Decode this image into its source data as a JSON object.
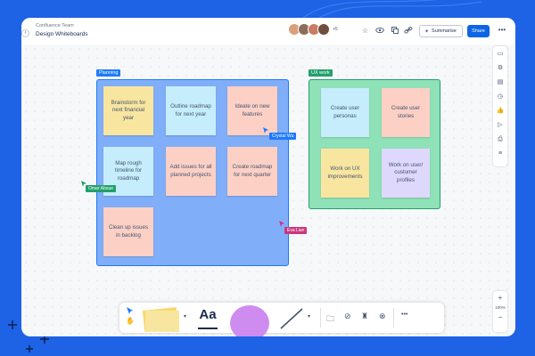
{
  "header": {
    "space_name": "Confluence Team",
    "page_title": "Design Whiteboards",
    "avatar_overflow": "+5",
    "summarise_label": "Summarise",
    "share_label": "Share"
  },
  "sections": {
    "planning": {
      "label": "Planning",
      "color": "#1d7afc",
      "fill": "#80aef9"
    },
    "ux": {
      "label": "UX work",
      "color": "#22a06b",
      "fill": "#8fe1b8"
    }
  },
  "planning_notes": [
    "Brainstorm for next financial year",
    "Outline roadmap for next year",
    "Ideate on new features",
    "Map rough timeline for roadmap",
    "Add issues for all planned projects",
    "Create roadmap for next quarter",
    "Clean up issues in backlog"
  ],
  "ux_notes": [
    "Create user personas",
    "Create user stories",
    "Work on UX improvements",
    "Work on user/ customer profiles"
  ],
  "cursors": {
    "crystal": {
      "name": "Crystal Wu",
      "color": "#1d7afc"
    },
    "omar": {
      "name": "Omar Aboue",
      "color": "#22a06b"
    },
    "eva": {
      "name": "Eva Lian",
      "color": "#c9377f"
    }
  },
  "zoom": {
    "level": "100%"
  },
  "icons": [
    "star-icon",
    "eye-icon",
    "copy-icon",
    "link-icon",
    "sparkle-icon",
    "more-icon",
    "comment-icon",
    "settings-icon",
    "template-icon",
    "timer-icon",
    "vote-icon",
    "present-icon",
    "print-icon",
    "filter-icon",
    "pointer-icon",
    "hand-icon",
    "sticky-note-icon",
    "text-icon",
    "shape-icon",
    "line-icon",
    "folder-icon",
    "search-icon",
    "stamp-icon",
    "link-tool-icon"
  ]
}
